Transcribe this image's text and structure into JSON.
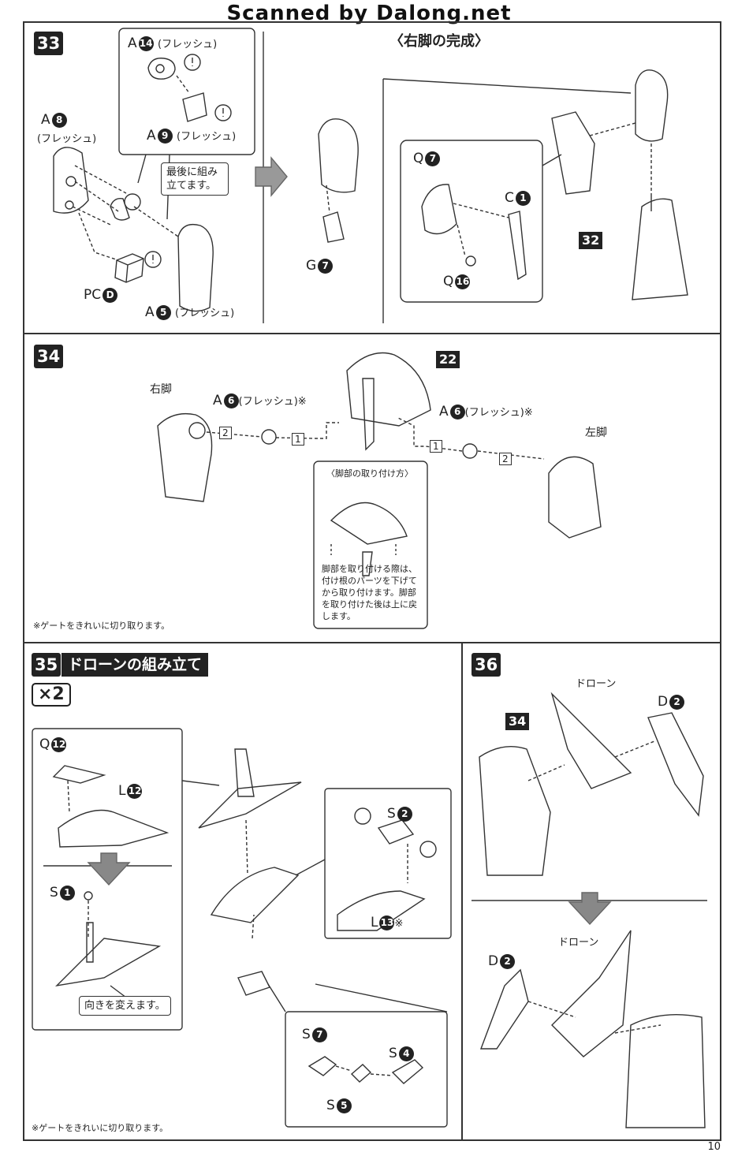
{
  "watermark": "Scanned by Dalong.net",
  "page_number": "10",
  "step33": {
    "num": "33",
    "parts": {
      "a14": {
        "letter": "A",
        "n": "14",
        "note": "(フレッシュ)"
      },
      "a9": {
        "letter": "A",
        "n": "9",
        "note": "(フレッシュ)"
      },
      "a8": {
        "letter": "A",
        "n": "8",
        "note": "(フレッシュ)"
      },
      "pcd": {
        "letter": "PC",
        "n": "D"
      },
      "a5": {
        "letter": "A",
        "n": "5",
        "note": "(フレッシュ)"
      },
      "g7": {
        "letter": "G",
        "n": "7"
      }
    },
    "callout": "最後に組み立てます。",
    "right_title": "〈右脚の完成〉",
    "right_parts": {
      "q7": {
        "letter": "Q",
        "n": "7"
      },
      "c1": {
        "letter": "C",
        "n": "1"
      },
      "q16": {
        "letter": "Q",
        "n": "16"
      }
    },
    "ref": "32"
  },
  "step34": {
    "num": "34",
    "ref": "22",
    "right_leg": "右脚",
    "left_leg": "左脚",
    "a6_left": {
      "letter": "A",
      "n": "6",
      "note": "(フレッシュ)※"
    },
    "a6_right": {
      "letter": "A",
      "n": "6",
      "note": "(フレッシュ)※"
    },
    "order1": "1",
    "order2": "2",
    "inset_title": "〈脚部の取り付け方〉",
    "inset_text": "脚部を取り付ける際は、付け根のパーツを下げてから取り付けます。脚部を取り付けた後は上に戻します。",
    "footnote": "※ゲートをきれいに切り取ります。"
  },
  "step35": {
    "num": "35",
    "title": "ドローンの組み立て",
    "mult": "×2",
    "parts": {
      "q12": {
        "letter": "Q",
        "n": "12"
      },
      "l12": {
        "letter": "L",
        "n": "12"
      },
      "s1": {
        "letter": "S",
        "n": "1"
      },
      "s2": {
        "letter": "S",
        "n": "2"
      },
      "l13": {
        "letter": "L",
        "n": "13",
        "note": "※"
      },
      "s7": {
        "letter": "S",
        "n": "7"
      },
      "s4": {
        "letter": "S",
        "n": "4"
      },
      "s5": {
        "letter": "S",
        "n": "5"
      }
    },
    "callout": "向きを変えます。",
    "footnote": "※ゲートをきれいに切り取ります。"
  },
  "step36": {
    "num": "36",
    "ref": "34",
    "drone1": "ドローン",
    "drone2": "ドローン",
    "d2a": {
      "letter": "D",
      "n": "2"
    },
    "d2b": {
      "letter": "D",
      "n": "2"
    }
  }
}
